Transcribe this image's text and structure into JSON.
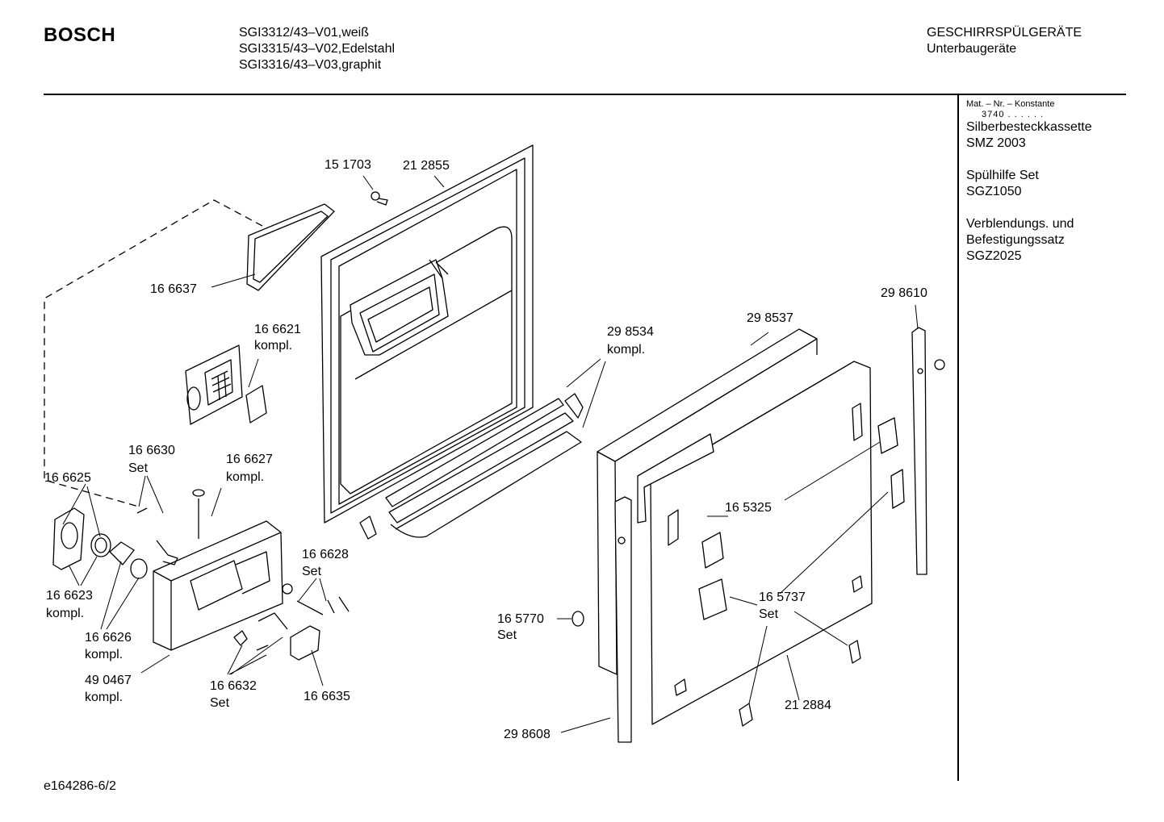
{
  "header": {
    "brand": "BOSCH",
    "models": [
      "SGI3312/43–V01,weiß",
      "SGI3315/43–V02,Edelstahl",
      "SGI3316/43–V03,graphit"
    ],
    "category": [
      "GESCHIRRSPÜLGERÄTE",
      "Unterbaugeräte"
    ]
  },
  "sidebar": {
    "mat_label": "Mat. – Nr. – Konstante",
    "mat_value": "3740 . . . . . .",
    "accessories": [
      [
        "Silberbesteckkassette",
        "SMZ 2003"
      ],
      [
        "Spülhilfe Set",
        "SGZ1050"
      ],
      [
        "Verblendungs. und",
        "Befestigungssatz",
        "SGZ2025"
      ]
    ]
  },
  "labels": {
    "l151703": "15 1703",
    "l212855": "21 2855",
    "l166637": "16 6637",
    "l166621": [
      "16 6621",
      "kompl."
    ],
    "l298534": [
      "29 8534",
      "kompl."
    ],
    "l298537": "29 8537",
    "l298610": "29 8610",
    "l166630": [
      "16 6630",
      "Set"
    ],
    "l166627": [
      "16 6627",
      "kompl."
    ],
    "l166625": "16 6625",
    "l166623": [
      "16 6623",
      "kompl."
    ],
    "l166626": [
      "16 6626",
      "kompl."
    ],
    "l490467": [
      "49 0467",
      "kompl."
    ],
    "l166628": [
      "16 6628",
      "Set"
    ],
    "l166632": [
      "16 6632",
      "Set"
    ],
    "l166635": "16 6635",
    "l165325": "16 5325",
    "l165737": [
      "16 5737",
      "Set"
    ],
    "l165770": [
      "16 5770",
      "Set"
    ],
    "l212884": "21 2884",
    "l298608": "29 8608"
  },
  "footer": {
    "drawing_id": "e164286-6/2"
  }
}
